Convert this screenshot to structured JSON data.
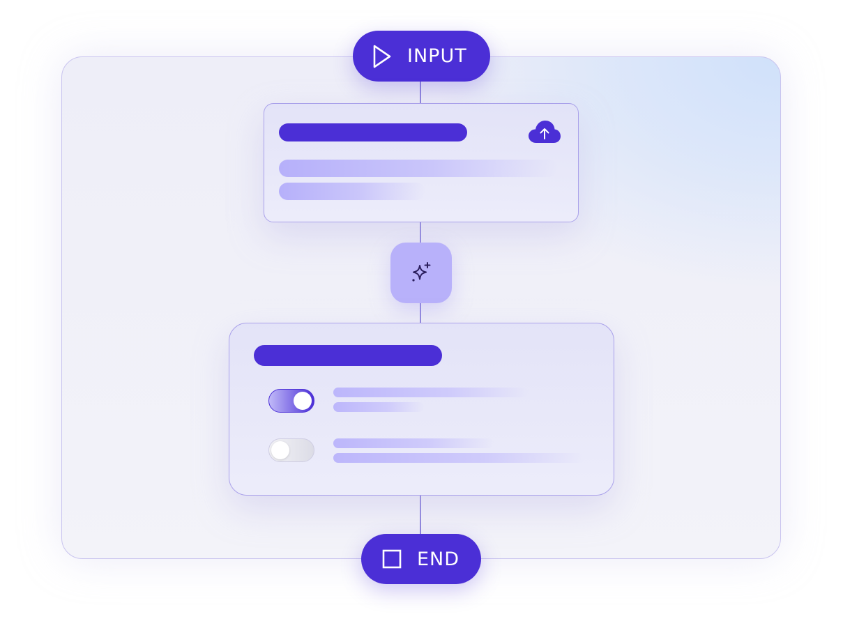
{
  "flow": {
    "start_label": "INPUT",
    "end_label": "END",
    "start_icon": "play-icon",
    "end_icon": "stop-square-icon"
  },
  "input_card": {
    "icon": "cloud-upload-icon"
  },
  "ai_step": {
    "icon": "sparkles-icon"
  },
  "output_card": {
    "toggles": [
      {
        "state": "on"
      },
      {
        "state": "off"
      }
    ]
  },
  "colors": {
    "accent": "#4b2fd6",
    "ai_node": "#b8b1fa",
    "soft_bar": "#bcb6fb",
    "connector": "#8f86dc"
  }
}
